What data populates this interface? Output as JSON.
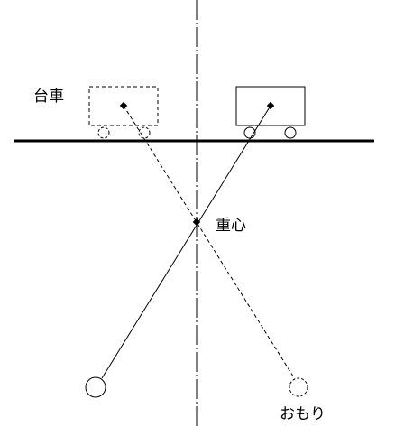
{
  "labels": {
    "cart": "台車",
    "center_of_gravity": "重心",
    "weight": "おもり"
  },
  "colors": {
    "stroke": "#000000",
    "background": "#ffffff"
  }
}
